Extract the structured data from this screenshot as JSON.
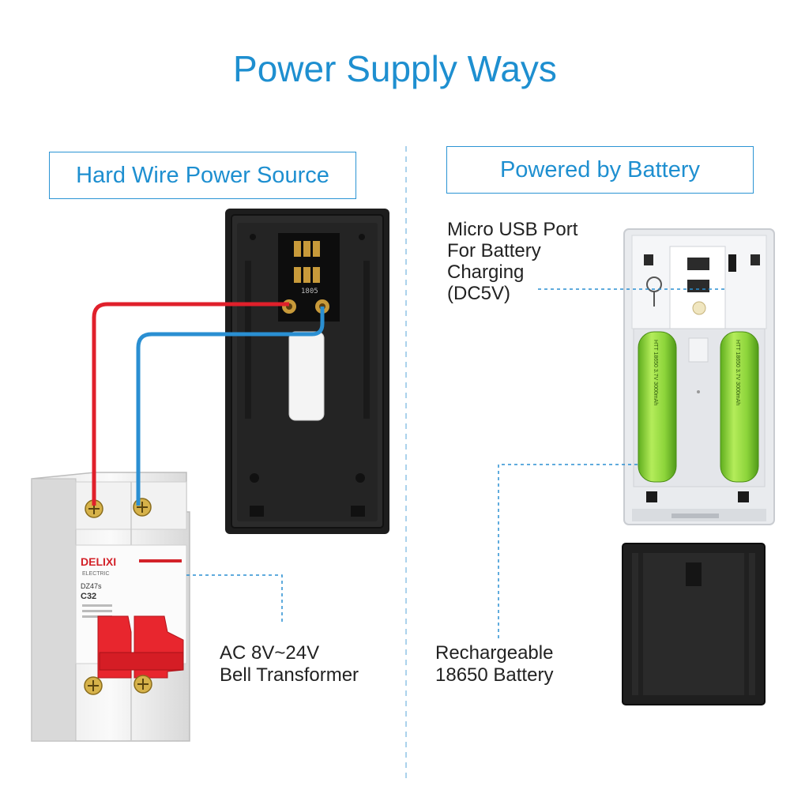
{
  "title": "Power Supply Ways",
  "left_panel": {
    "label": "Hard Wire Power Source",
    "transformer_caption": [
      "AC 8V~24V",
      "Bell Transformer"
    ],
    "breaker_brand": "DELIXI",
    "breaker_sub": "ELECTRIC",
    "breaker_model": "DZ47s",
    "breaker_rating": "C32",
    "board_marking": "1805"
  },
  "right_panel": {
    "label": "Powered by Battery",
    "usb_caption": [
      "Micro USB Port",
      "For Battery",
      "Charging",
      "(DC5V)"
    ],
    "battery_caption": [
      "Rechargeable",
      "18650 Battery"
    ],
    "battery_text": "HTT 18650 3.7V 3000mAh"
  },
  "colors": {
    "accent": "#1e8fd0",
    "wire_red": "#e0202b",
    "wire_blue": "#2a8fd2",
    "battery_green": "#8cd43a",
    "breaker_red": "#e8262e"
  }
}
